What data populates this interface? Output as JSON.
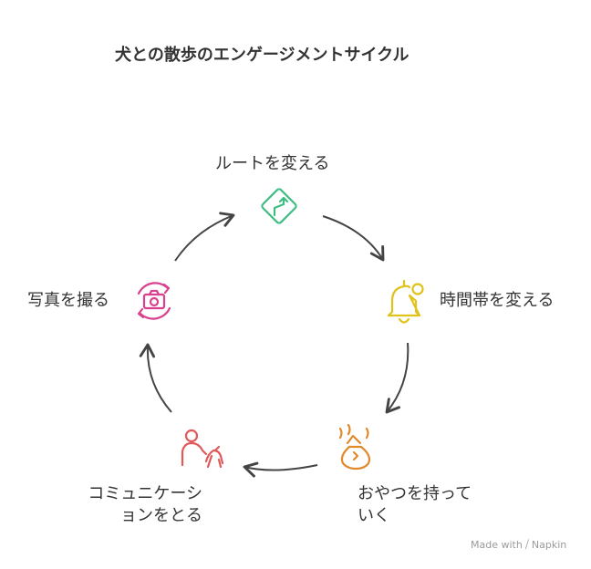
{
  "title": "犬との散歩のエンゲージメントサイクル",
  "steps": {
    "route": {
      "label": "ルートを変える",
      "icon": "route-sign-icon",
      "color": "#3dbd83"
    },
    "time": {
      "label": "時間帯を変える",
      "icon": "bell-icon",
      "color": "#e0c21a"
    },
    "snack": {
      "label_line1": "おやつを持って",
      "label_line2": "いく",
      "icon": "treat-bag-icon",
      "color": "#e08a2c"
    },
    "comm": {
      "label_line1": "コミュニケーシ",
      "label_line2": "ョンをとる",
      "icon": "person-dog-icon",
      "color": "#e05a5a"
    },
    "photo": {
      "label": "写真を撮る",
      "icon": "camera-icon",
      "color": "#d9418f"
    }
  },
  "footer": {
    "made_with": "Made with",
    "brand": "Napkin"
  }
}
